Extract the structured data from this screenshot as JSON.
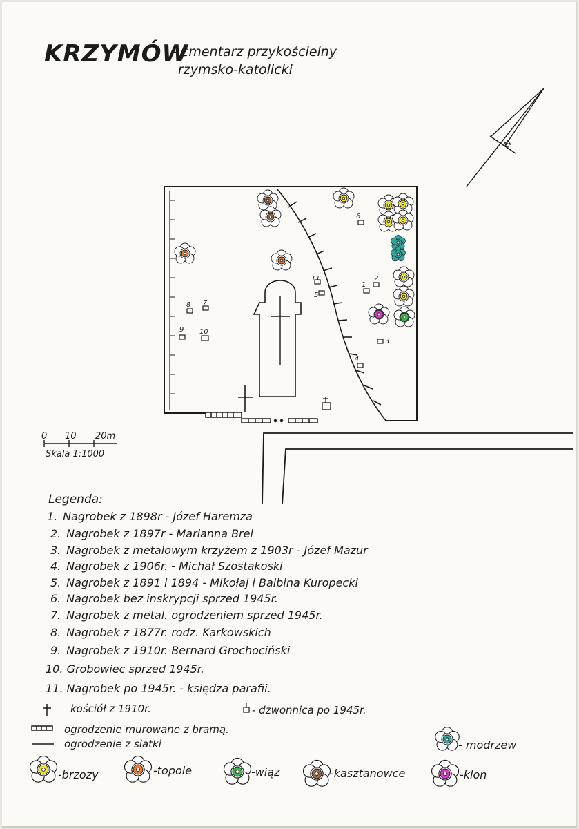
{
  "title": {
    "place": "KRZYMÓW",
    "subtitle_line1": "- cmentarz przykościelny",
    "subtitle_line2": "rzymsko-katolicki"
  },
  "north_label": "N",
  "map_labels": {
    "m1": "1",
    "m2": "2",
    "m3": "3",
    "m4": "4",
    "m5": "5",
    "m6": "6",
    "m7": "7",
    "m8": "8",
    "m9": "9",
    "m10": "10",
    "m11": "11"
  },
  "scale": {
    "ticks": [
      "0",
      "10",
      "20m"
    ],
    "caption": "Skala 1:1000"
  },
  "legend": {
    "title": "Legenda:",
    "items": [
      {
        "num": "1.",
        "text": "Nagrobek z 1898r - Józef Haremza"
      },
      {
        "num": "2.",
        "text": "Nagrobek z 1897r - Marianna Brel"
      },
      {
        "num": "3.",
        "text": "Nagrobek z metalowym krzyżem z 1903r - Józef Mazur"
      },
      {
        "num": "4.",
        "text": "Nagrobek z 1906r. - Michał Szostakoski"
      },
      {
        "num": "5.",
        "text": "Nagrobek z 1891 i 1894 - Mikołaj i Balbina Kuropecki"
      },
      {
        "num": "6.",
        "text": "Nagrobek bez inskrypcji sprzed 1945r."
      },
      {
        "num": "7.",
        "text": "Nagrobek z metal. ogrodzeniem sprzed 1945r."
      },
      {
        "num": "8.",
        "text": "Nagrobek z 1877r. rodz. Karkowskich"
      },
      {
        "num": "9.",
        "text": "Nagrobek z 1910r. Bernard Grochociński"
      },
      {
        "num": "10.",
        "text": "Grobowiec sprzed 1945r."
      },
      {
        "num": "11.",
        "text": "Nagrobek po 1945r. - księdza parafii."
      }
    ],
    "church": "kościół z 1910r.",
    "belfry": "- dzwonnica po 1945r.",
    "wall_fence": "ogrodzenie murowane z bramą.",
    "wire_fence": "ogrodzenie z siatki",
    "larch": "- modrzew",
    "birch": "-brzozy",
    "poplar": "-topole",
    "elm": "-wiąz",
    "chestnut": "-kasztanowce",
    "maple": "-klon"
  },
  "colors": {
    "birch": "#f4e51c",
    "poplar": "#f07a2a",
    "elm": "#3db54a",
    "chestnut": "#9a6a48",
    "maple": "#d93ac7",
    "larch": "#2fa7a0",
    "ink": "#1b1b1b"
  }
}
